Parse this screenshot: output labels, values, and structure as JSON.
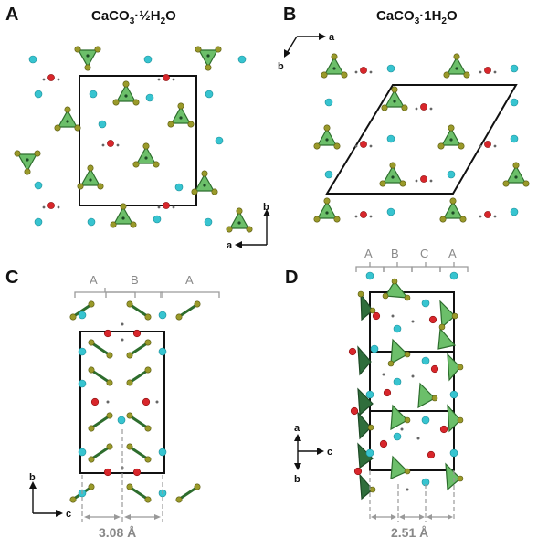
{
  "panels": {
    "a": {
      "label": "A",
      "formula_main": "CaCO",
      "formula_sub": "3",
      "formula_rest": "·½H",
      "formula_sub2": "2",
      "formula_tail": "O",
      "axis_a": "a",
      "axis_b": "b"
    },
    "b": {
      "label": "B",
      "formula_main": "CaCO",
      "formula_sub": "3",
      "formula_rest": "·1H",
      "formula_sub2": "2",
      "formula_tail": "O",
      "axis_a": "a",
      "axis_b": "b"
    },
    "c": {
      "label": "C",
      "layers": [
        "A",
        "B",
        "A"
      ],
      "axis_b": "b",
      "axis_c": "c",
      "spacing": "3.08 Å"
    },
    "d": {
      "label": "D",
      "layers": [
        "A",
        "B",
        "C",
        "A"
      ],
      "axis_a": "a",
      "axis_c": "c",
      "axis_b": "b",
      "spacing": "2.51 Å"
    }
  },
  "legend_colors": {
    "carbonate_triangle": "#6cbf6a",
    "oxygen": "#9a9a2a",
    "calcium": "#37c4d0",
    "water_oxygen": "#d8262b",
    "hydrogen": "#666666"
  }
}
